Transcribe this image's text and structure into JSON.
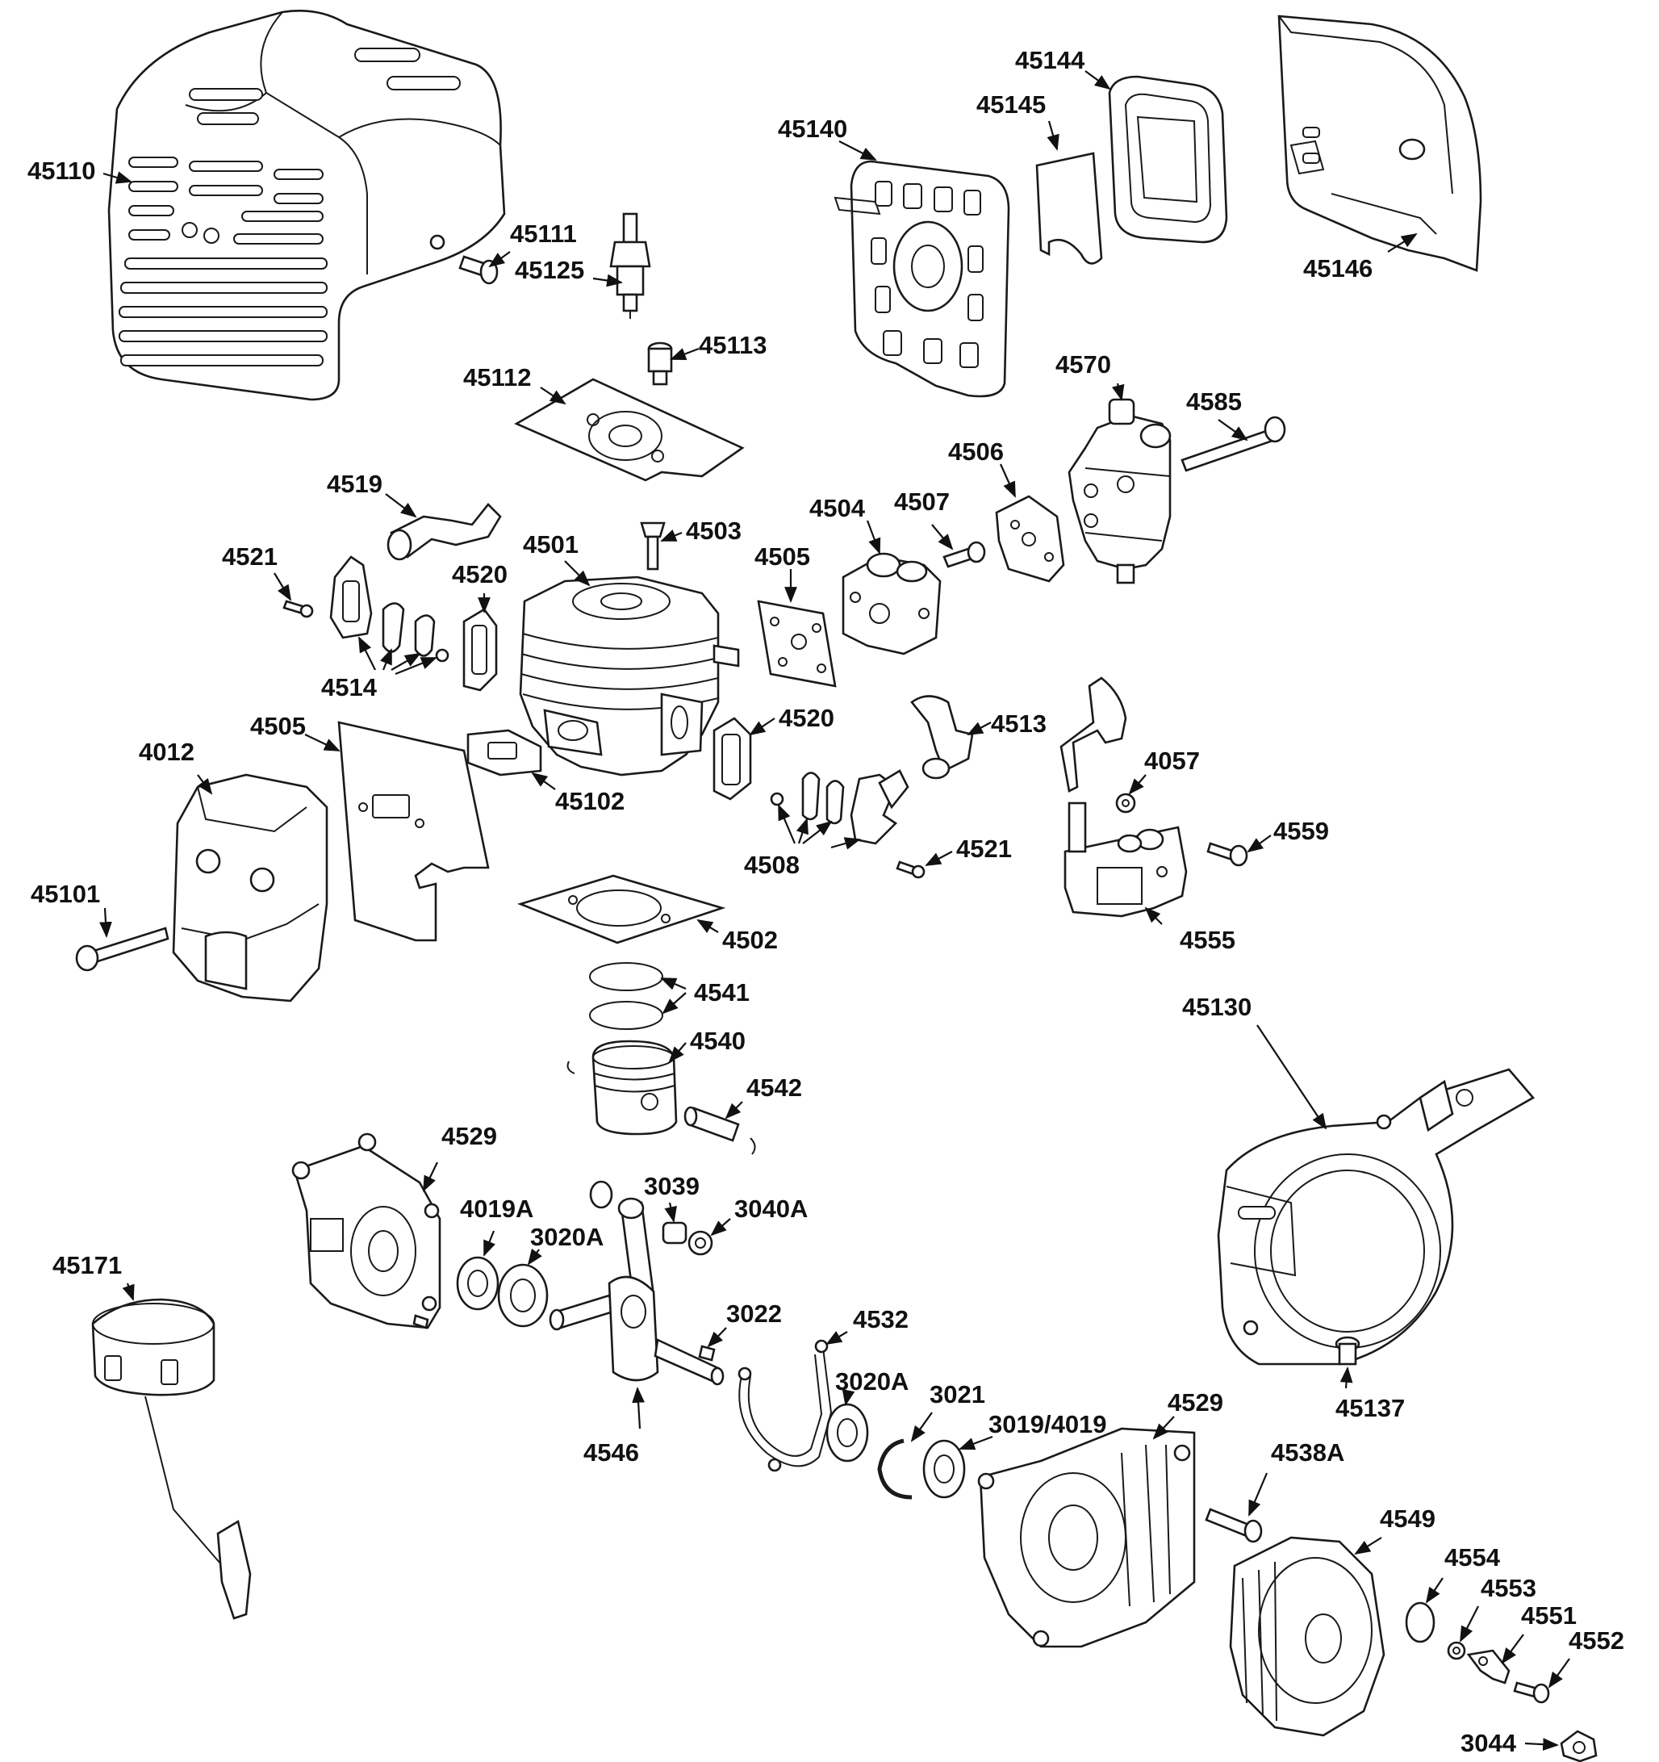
{
  "diagram": {
    "labels": {
      "p45110": "45110",
      "p45111": "45111",
      "p45125": "45125",
      "p45113": "45113",
      "p45112": "45112",
      "p45140": "45140",
      "p45144": "45144",
      "p45145": "45145",
      "p45146": "45146",
      "p4570": "4570",
      "p4585": "4585",
      "p4506": "4506",
      "p4507": "4507",
      "p4504": "4504",
      "p4505a": "4505",
      "p4503": "4503",
      "p4501": "4501",
      "p4519": "4519",
      "p4521a": "4521",
      "p4520a": "4520",
      "p4514": "4514",
      "p4012": "4012",
      "p4505b": "4505",
      "p45102": "45102",
      "p4520b": "4520",
      "p4513": "4513",
      "p4057": "4057",
      "p4559": "4559",
      "p4521b": "4521",
      "p4508": "4508",
      "p4555": "4555",
      "p45101": "45101",
      "p4502": "4502",
      "p4541": "4541",
      "p4540": "4540",
      "p4542": "4542",
      "p45130": "45130",
      "p4529a": "4529",
      "p4019A": "4019A",
      "p3020A_a": "3020A",
      "p3039": "3039",
      "p3040A": "3040A",
      "p45171": "45171",
      "p3022": "3022",
      "p4532": "4532",
      "p3020A_b": "3020A",
      "p3021": "3021",
      "p3019_4019": "3019/4019",
      "p4529b": "4529",
      "p4546": "4546",
      "p45137": "45137",
      "p4538A": "4538A",
      "p4549": "4549",
      "p4554": "4554",
      "p4553": "4553",
      "p4551": "4551",
      "p4552": "4552",
      "p3044": "3044"
    }
  }
}
